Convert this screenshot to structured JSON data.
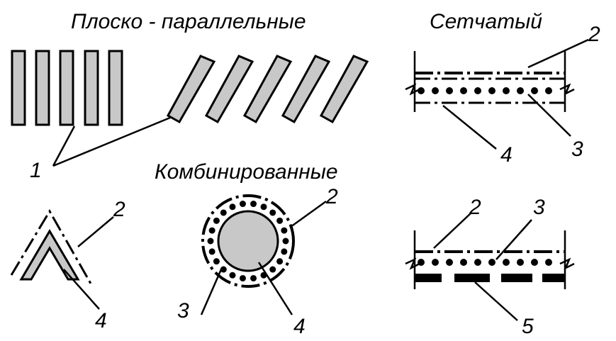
{
  "titles": {
    "plane_parallel": "Плоско - параллельные",
    "mesh": "Сетчатый",
    "combined": "Комбинированные"
  },
  "labels": {
    "plane_parallel_1": "1",
    "mesh_top_2": "2",
    "mesh_top_3": "3",
    "mesh_top_4": "4",
    "angle_2": "2",
    "angle_4": "4",
    "circle_2": "2",
    "circle_3": "3",
    "circle_4": "4",
    "mesh_bottom_2": "2",
    "mesh_bottom_3": "3",
    "mesh_bottom_5": "5"
  },
  "colors": {
    "fill": "#c8c8c8",
    "stroke": "#000000",
    "background": "#ffffff"
  }
}
